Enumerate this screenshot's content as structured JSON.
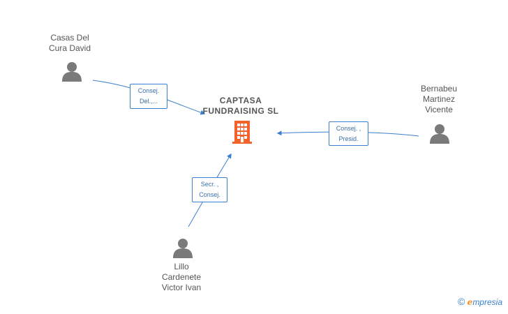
{
  "company": {
    "name_line1": "CAPTASA",
    "name_line2": "FUNDRAISING SL",
    "icon": "building-icon",
    "icon_color": "#f4612a"
  },
  "persons": [
    {
      "line1": "Casas Del",
      "line2": "Cura David",
      "line3": "",
      "icon": "person-icon"
    },
    {
      "line1": "Bernabeu",
      "line2": "Martinez",
      "line3": "Vicente",
      "icon": "person-icon"
    },
    {
      "line1": "Lillo",
      "line2": "Cardenete",
      "line3": "Victor Ivan",
      "icon": "person-icon"
    }
  ],
  "roles": [
    {
      "line1": "Consej.",
      "line2": "Del.,..."
    },
    {
      "line1": "Consej. ,",
      "line2": "Presid."
    },
    {
      "line1": "Secr. ,",
      "line2": "Consej."
    }
  ],
  "colors": {
    "edge": "#3a7fd0",
    "person": "#7a7a7a",
    "text": "#555555"
  },
  "branding": {
    "copyright": "©",
    "e_letter": "e",
    "rest": "mpresia"
  }
}
